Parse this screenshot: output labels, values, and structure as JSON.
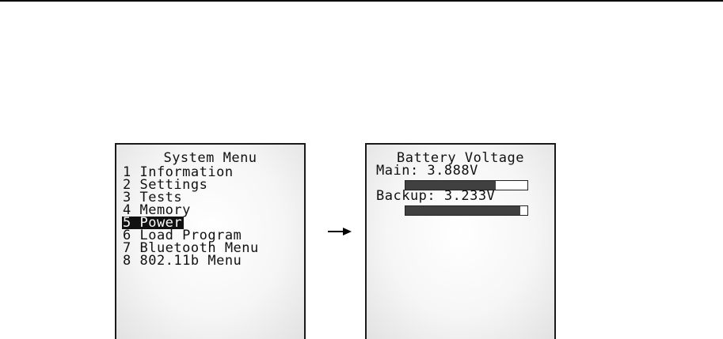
{
  "system_menu": {
    "title": "System Menu",
    "items": [
      {
        "label": "1 Information",
        "selected": false
      },
      {
        "label": "2 Settings",
        "selected": false
      },
      {
        "label": "3 Tests",
        "selected": false
      },
      {
        "label": "4 Memory",
        "selected": false
      },
      {
        "label": "5 Power",
        "selected": true
      },
      {
        "label": "6 Load Program",
        "selected": false
      },
      {
        "label": "7 Bluetooth Menu",
        "selected": false
      },
      {
        "label": "8 802.11b Menu",
        "selected": false
      }
    ]
  },
  "arrow_icon": "right-arrow-icon",
  "battery_screen": {
    "title": "Battery Voltage",
    "main_label": "Main: 3.888V",
    "main_level": 0.74,
    "backup_label": "Backup: 3.233V",
    "backup_level": 0.94
  },
  "colors": {
    "bar_fill": "#404040",
    "selection": "#111111"
  }
}
